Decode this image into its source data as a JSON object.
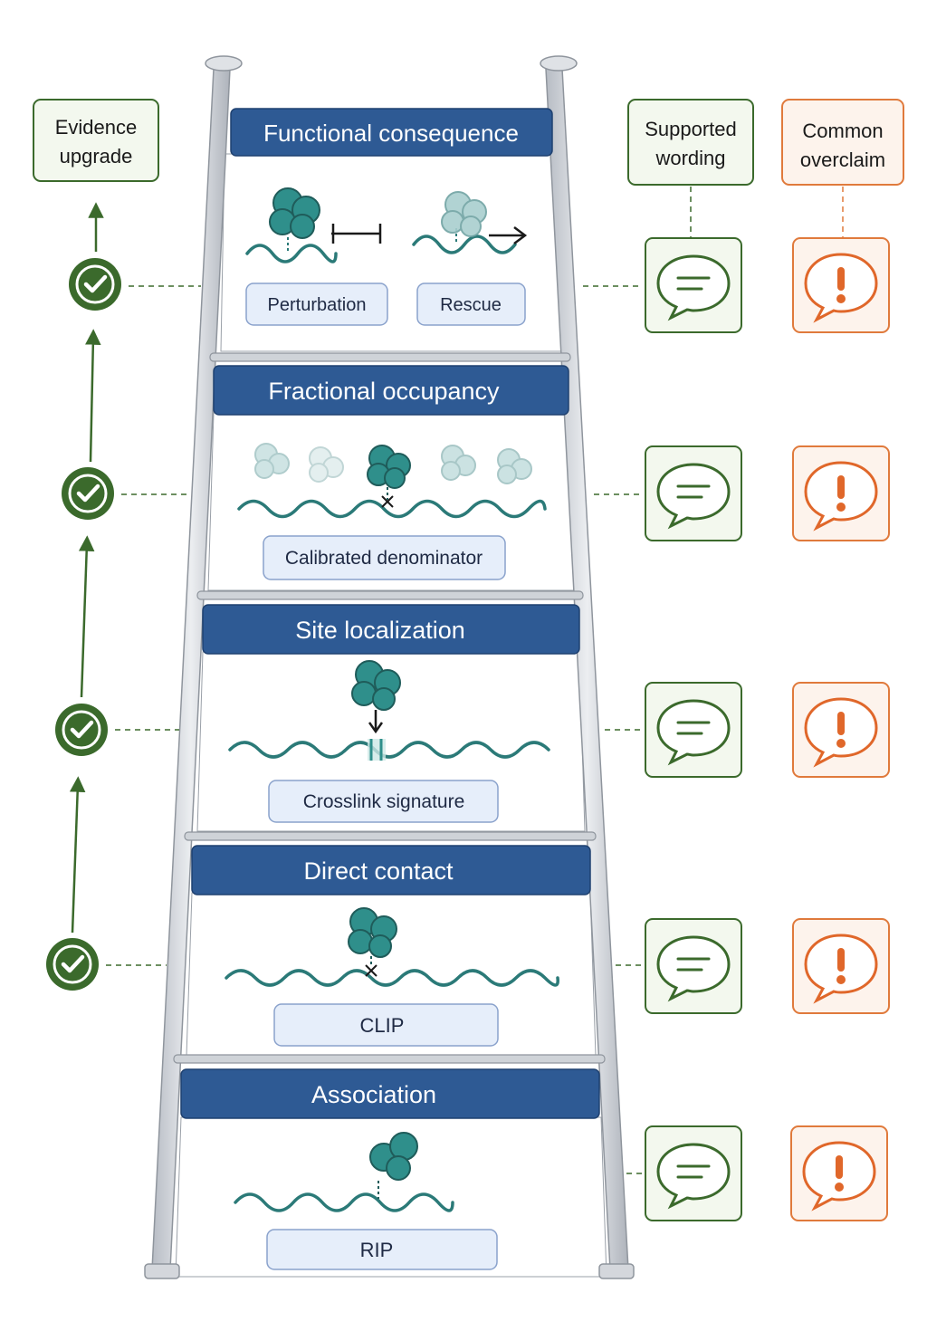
{
  "left_header": {
    "line1": "Evidence",
    "line2": "upgrade"
  },
  "right_headers": {
    "supported": {
      "line1": "Supported",
      "line2": "wording"
    },
    "overclaim": {
      "line1": "Common",
      "line2": "overclaim"
    }
  },
  "rungs": [
    {
      "title": "Functional consequence",
      "tags": [
        "Perturbation",
        "Rescue"
      ]
    },
    {
      "title": "Fractional occupancy",
      "tags": [
        "Calibrated denominator"
      ]
    },
    {
      "title": "Site localization",
      "tags": [
        "Crosslink signature"
      ]
    },
    {
      "title": "Direct contact",
      "tags": [
        "CLIP"
      ]
    },
    {
      "title": "Association",
      "tags": [
        "RIP"
      ]
    }
  ],
  "colors": {
    "banner": "#2e5a94",
    "tag_fill": "#e6eefa",
    "tag_stroke": "#8aa2cc",
    "green": "#3b6a2c",
    "green_fill": "#f3f8ee",
    "orange": "#e07a3c",
    "orange_fill": "#fdf3ec",
    "teal": "#2f8f8b",
    "teal_light": "#a9cfcf",
    "rail": "#c9cdd3"
  },
  "icons": {
    "check": "check-circle-icon",
    "speech": "speech-bubble-icon",
    "alert": "alert-bubble-icon",
    "protein": "protein-blob-icon",
    "rna": "rna-wave-icon"
  }
}
